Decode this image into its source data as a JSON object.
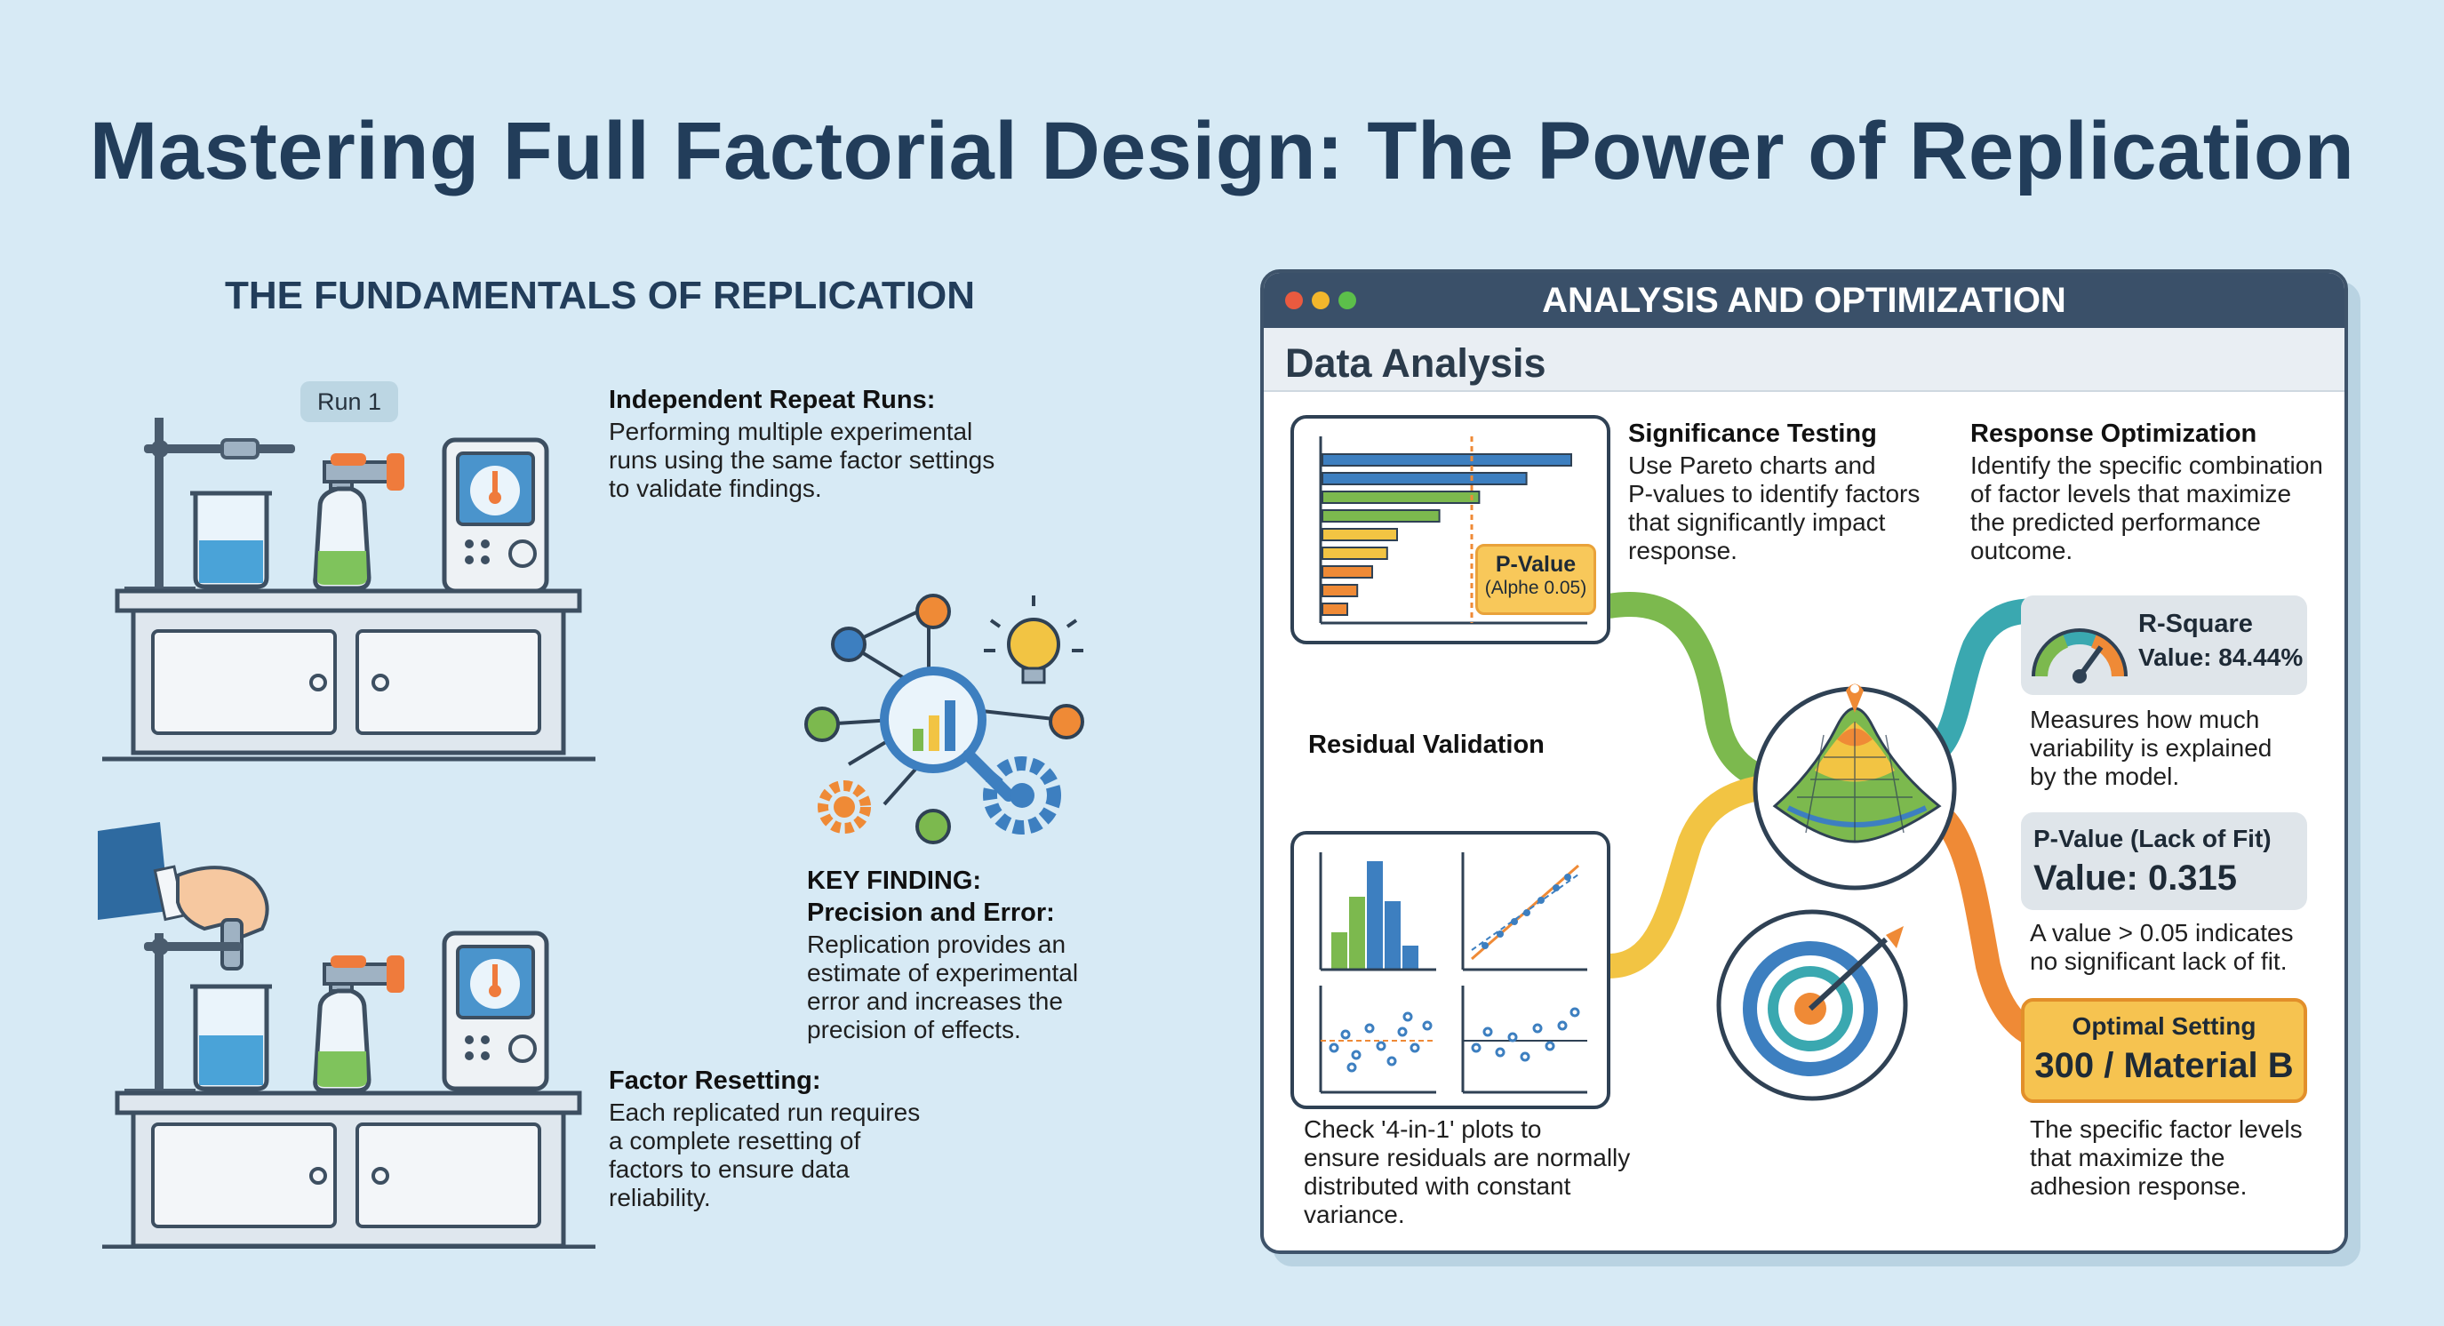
{
  "title": "Mastering Full Factorial Design: The Power of Replication",
  "fundamentals": {
    "heading": "THE FUNDAMENTALS OF REPLICATION",
    "run_label": "Run 1",
    "independent": {
      "title": "Independent Repeat Runs:",
      "lines": [
        "Performing multiple experimental",
        "runs using the same factor settings",
        "to validate findings."
      ]
    },
    "key_finding": {
      "label": "KEY FINDING:",
      "title": "Precision and Error:",
      "lines": [
        "Replication provides an",
        "estimate of experimental",
        "error and increases the",
        "precision of effects."
      ]
    },
    "resetting": {
      "title": "Factor Resetting:",
      "lines": [
        "Each replicated run requires",
        "a complete resetting of",
        "factors to ensure data",
        "reliability."
      ]
    }
  },
  "analysis": {
    "window_title": "ANALYSIS AND OPTIMIZATION",
    "section_title": "Data Analysis",
    "pvalue_tag": {
      "title": "P-Value",
      "sub": "(Alphe 0.05)"
    },
    "significance": {
      "title": "Significance Testing",
      "lines": [
        "Use Pareto charts and",
        "P-values to identify factors",
        "that significantly impact",
        "response."
      ]
    },
    "optimization": {
      "title": "Response Optimization",
      "lines": [
        "Identify the specific combination",
        "of factor levels that maximize",
        "the predicted performance",
        "outcome."
      ]
    },
    "residual": {
      "title": "Residual Validation",
      "lines": [
        "Check '4-in-1' plots to",
        "ensure residuals are normally",
        "distributed with constant",
        "variance."
      ]
    },
    "r_square": {
      "label": "R-Square",
      "value_text": "Value: 84.44%",
      "desc": [
        "Measures how much",
        "variability is explained",
        "by the model."
      ]
    },
    "lack_of_fit": {
      "label": "P-Value (Lack of Fit)",
      "value_text": "Value: 0.315",
      "desc": [
        "A value > 0.05 indicates",
        "no significant lack of fit."
      ]
    },
    "optimal": {
      "label": "Optimal Setting",
      "value_text": "300 / Material B",
      "desc": [
        "The specific factor levels",
        "that maximize the",
        "adhesion response."
      ]
    }
  },
  "colors": {
    "title": "#223d5a",
    "window_bar": "#3a5069",
    "blue": "#3d7fc0",
    "green": "#7cb94e",
    "yellow": "#f2c443",
    "orange": "#ef8a36",
    "teal": "#3aa8b0"
  },
  "pareto_chart": {
    "type": "bar",
    "orientation": "horizontal",
    "bar_colors": [
      "blue",
      "blue",
      "green",
      "green",
      "yellow",
      "yellow",
      "orange",
      "orange",
      "orange"
    ],
    "values": [
      10,
      8.2,
      6.3,
      4.7,
      3.0,
      2.6,
      2.0,
      1.4,
      1.0
    ],
    "threshold": 6.0
  }
}
